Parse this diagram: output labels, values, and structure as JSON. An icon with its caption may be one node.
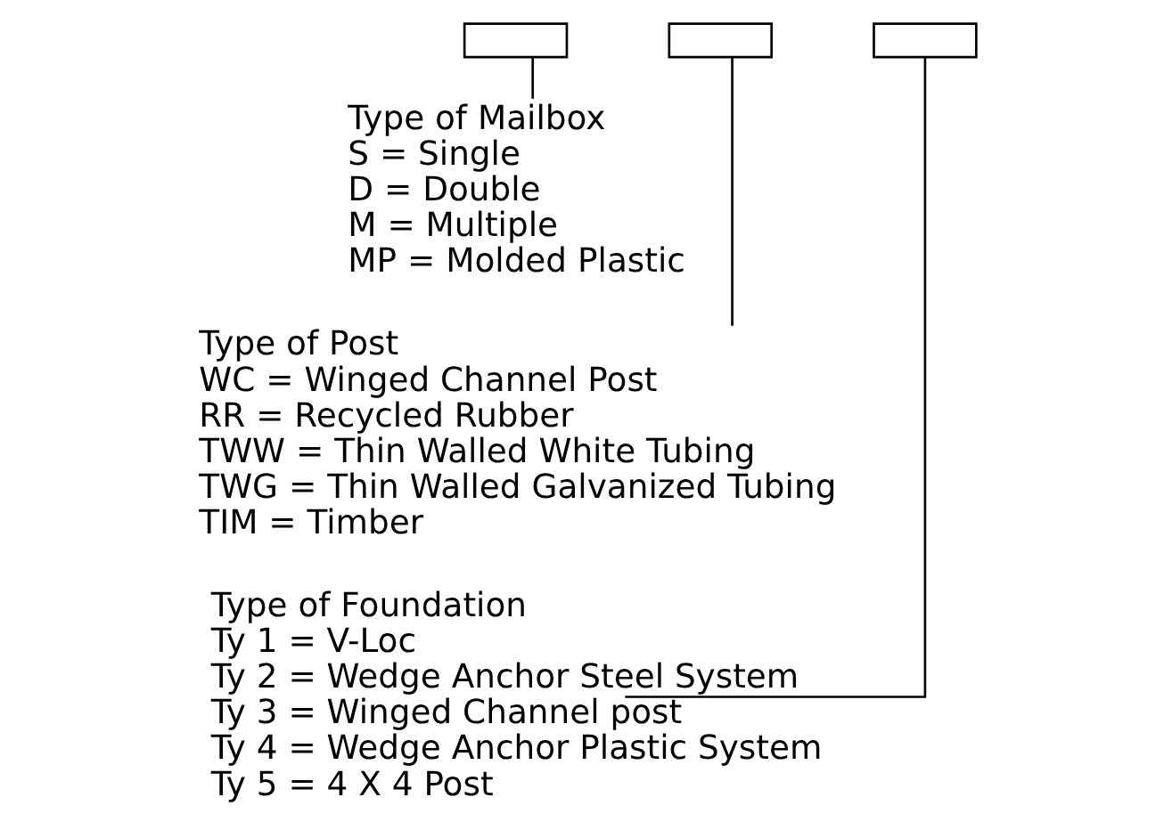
{
  "diagram": {
    "nodes": [
      {
        "text": [],
        "shape": "bracket"
      },
      {
        "text": [],
        "shape": "bracket"
      },
      {
        "text": [],
        "shape": "bracket"
      },
      {
        "text": [
          "Type of Mailbox",
          "S = Single",
          "D = Double",
          "M = Multiple",
          "MP = Molded Plastic"
        ]
      },
      {
        "text": [
          "Type of Post",
          "WC = Winged Channel Post",
          "RR = Recycled Rubber",
          "TWW = Thin Walled White Tubing",
          "TWG = Thin Walled Galvanized Tubing",
          "TIM = Timber"
        ]
      },
      {
        "text": [
          "Type of Foundation",
          "Ty 1 = V-Loc",
          "Ty 2 = Wedge Anchor Steel System",
          "Ty 3 = Winged Channel post",
          "Ty 4 = Wedge Anchor Plastic System",
          "Ty 5 = 4 X 4 Post"
        ]
      }
    ],
    "edges": [
      {
        "from": 3,
        "to": 0,
        "arrow": "none"
      },
      {
        "from": 4,
        "to": 1,
        "arrow": "none"
      },
      {
        "from": 5,
        "to": 2,
        "arrow": "none"
      }
    ]
  }
}
